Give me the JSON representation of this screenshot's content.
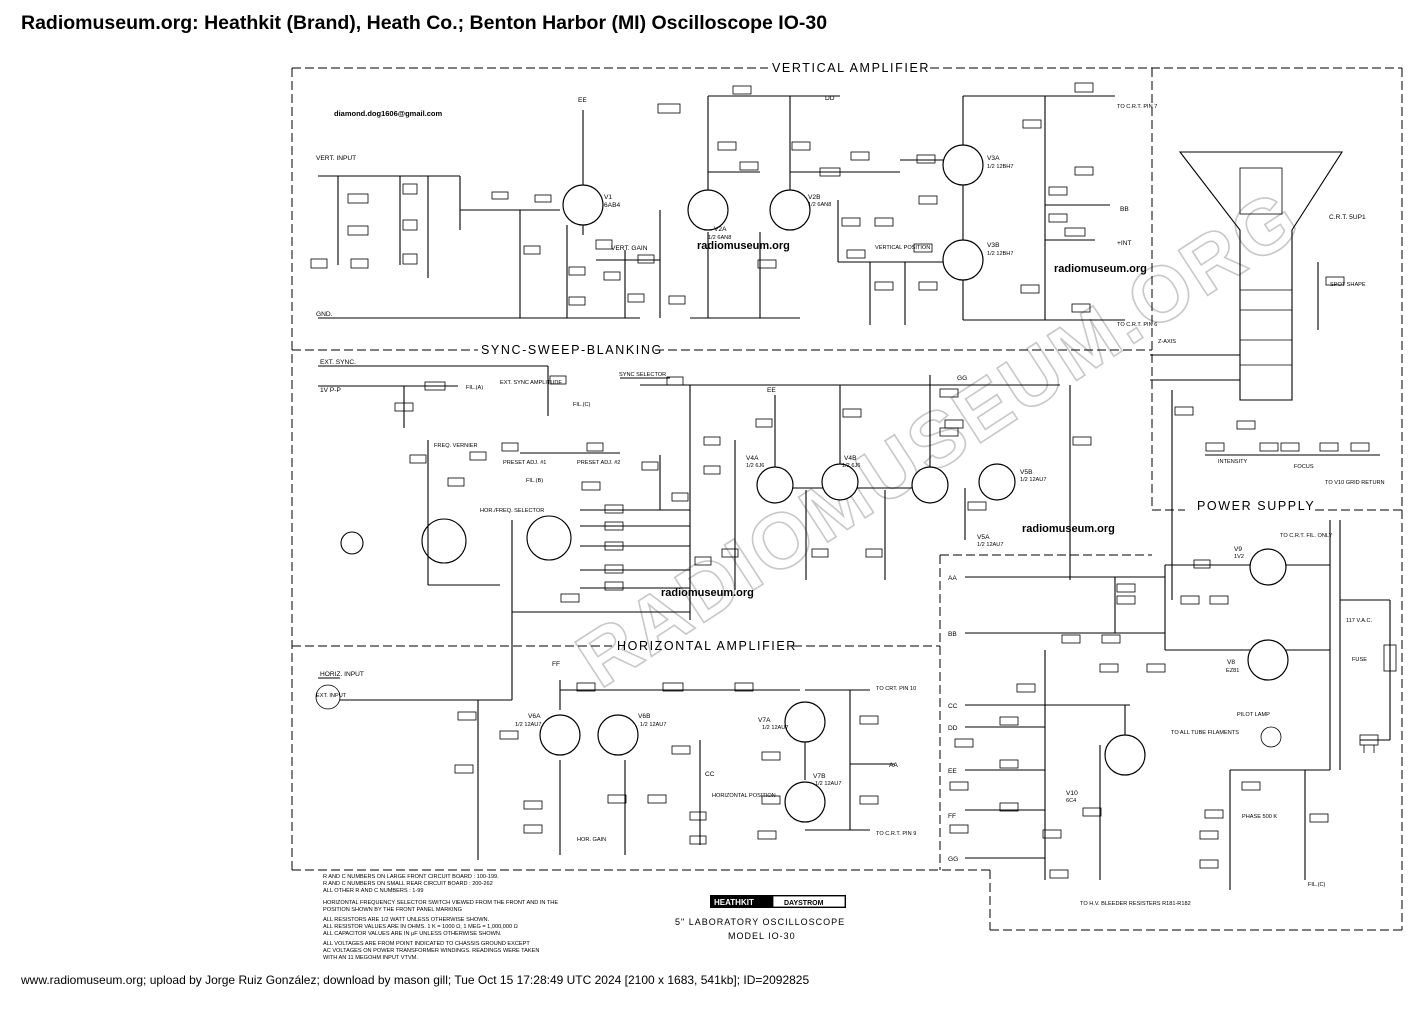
{
  "page": {
    "title": "Radiomuseum.org: Heathkit (Brand), Heath Co.; Benton Harbor (MI) Oscilloscope IO-30",
    "footer": "www.radiomuseum.org; upload by Jorge Ruiz González; download by mason gill; Tue Oct 15 17:28:49 UTC 2024 [2100 x 1683, 541kb]; ID=2092825"
  },
  "schematic": {
    "sections": {
      "vertical": "VERTICAL AMPLIFIER",
      "sync": "SYNC-SWEEP-BLANKING",
      "horizontal": "HORIZONTAL AMPLIFIER",
      "power": "POWER SUPPLY"
    },
    "email": "diamond.dog1606@gmail.com",
    "watermark": "radiomuseum.org",
    "big_watermark": "RADIOMUSEUM.ORG",
    "tubes": {
      "v1": "V1",
      "v1_type": "6AB4",
      "v2a": "V2A",
      "v2a_type": "1/2 6AN8",
      "v2b": "V2B",
      "v2b_type": "1/2 6AN8",
      "v3a": "V3A",
      "v3a_type": "1/2 12BH7",
      "v3b": "V3B",
      "v3b_type": "1/2 12BH7",
      "v4a": "V4A",
      "v4a_type": "1/2 6J6",
      "v4b": "V4B",
      "v4b_type": "1/2 6J6",
      "v5a": "V5A",
      "v5a_type": "1/2 12AU7",
      "v5b": "V5B",
      "v5b_type": "1/2 12AU7",
      "v6a": "V6A",
      "v6a_type": "1/2 12AU7",
      "v6b": "V6B",
      "v6b_type": "1/2 12AU7",
      "v7a": "V7A",
      "v7a_type": "1/2 12AU7",
      "v7b": "V7B",
      "v7b_type": "1/2 12AU7",
      "v8": "V8",
      "v8_type": "EZ81",
      "v9": "V9",
      "v9_type": "1V2",
      "v10": "V10",
      "v10_type": "6C4"
    },
    "labels": {
      "vert_input": "VERT. INPUT",
      "gnd": "GND.",
      "ext_sync": "EXT. SYNC.",
      "one_v": "1V P-P",
      "horiz_input": "HORIZ. INPUT",
      "ext_input": "EXT. INPUT",
      "crt": "C.R.T. 5UP1",
      "z_axis": "Z-AXIS",
      "to_crt_pin7": "TO C.R.T. PIN 7",
      "to_crt_pin6": "TO C.R.T. PIN 6",
      "to_crt_pin10": "TO CRT. PIN 10",
      "to_crt_pin9": "TO C.R.T. PIN 9",
      "vertical_position": "VERTICAL POSITION",
      "horizontal_position": "HORIZONTAL POSITION",
      "hor_gain": "HOR. GAIN",
      "vert_gain": "VERT. GAIN",
      "sync_selector": "SYNC SELECTOR",
      "ext_sync_amplitude": "EXT. SYNC AMPLITUDE",
      "freq_vernier": "FREQ. VERNIER",
      "preset_adj1": "PRESET ADJ. #1",
      "preset_adj2": "PRESET ADJ. #2",
      "hor_freq_selector": "HOR./FREQ. SELECTOR",
      "intensity": "INTENSITY",
      "focus": "FOCUS",
      "spot_shape": "SPOT SHAPE",
      "to_v10_grid_return": "TO V10 GRID RETURN",
      "pilot_lamp": "PILOT LAMP",
      "to_all_tube_filaments": "TO ALL TUBE FILAMENTS",
      "fuse": "FUSE",
      "v117": "117 V.A.C.",
      "to_hv_bleeder": "TO H.V. BLEEDER RESISTERS R181-R182",
      "to_crt_fil_only": "TO C.R.T. FIL. ONLY",
      "phase": "PHASE 500 K",
      "fil_a": "FIL.(A)",
      "fil_c": "FIL.(C)"
    },
    "rails": [
      "EE",
      "DD",
      "BB",
      "AA",
      "CC",
      "FF",
      "GG"
    ],
    "notes": [
      "R AND C NUMBERS ON LARGE FRONT CIRCUIT BOARD : 100-199.",
      "R AND C NUMBERS ON SMALL REAR CIRCUIT BOARD : 200-262",
      "ALL OTHER R AND C NUMBERS : 1-99",
      "HORIZONTAL FREQUENCY SELECTOR SWITCH VIEWED FROM THE FRONT AND IN THE",
      "POSITION SHOWN BY THE FRONT PANEL MARKING",
      "ALL RESISTORS ARE 1/2 WATT UNLESS OTHERWISE SHOWN.",
      "ALL RESISTOR VALUES ARE IN OHMS. 1 K = 1000 Ω, 1 MEG = 1,000,000 Ω",
      "ALL CAPACITOR VALUES ARE IN μF UNLESS OTHERWISE SHOWN.",
      "ALL VOLTAGES ARE FROM POINT INDICATED TO CHASSIS GROUND EXCEPT",
      "AC VOLTAGES ON POWER TRANSFORMER WINDINGS. READINGS WERE TAKEN",
      "WITH AN 11 MEGOHM INPUT VTVM."
    ],
    "brand_heathkit": "HEATHKIT",
    "brand_daystrom": "DAYSTROM",
    "model_line1": "5\" LABORATORY OSCILLOSCOPE",
    "model_line2": "MODEL IO-30"
  },
  "theme": {
    "ink": "#000000",
    "paper": "#ffffff",
    "watermark": "#c8c8c8"
  }
}
